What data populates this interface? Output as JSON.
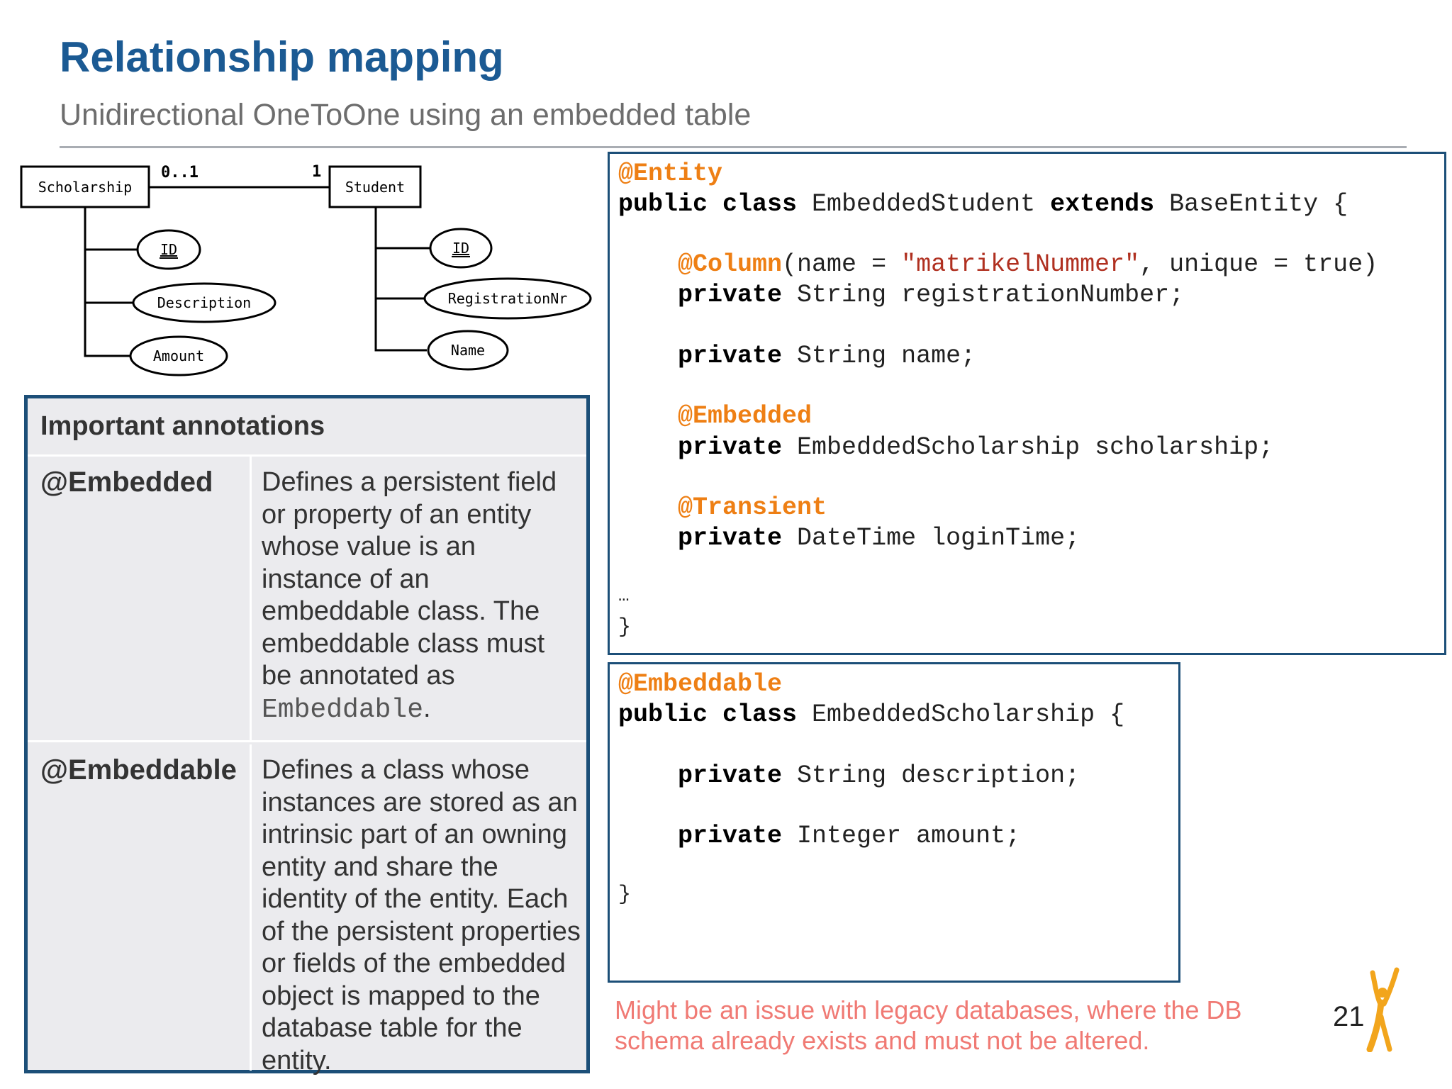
{
  "header": {
    "title": "Relationship mapping",
    "subtitle": "Unidirectional OneToOne using an embedded table"
  },
  "diagram": {
    "left_entity": "Scholarship",
    "right_entity": "Student",
    "left_cardinality": "0..1",
    "right_cardinality": "1",
    "left_attributes": [
      "ID",
      "Description",
      "Amount"
    ],
    "right_attributes": [
      "ID",
      "RegistrationNr",
      "Name"
    ]
  },
  "annotations": {
    "heading": "Important annotations",
    "rows": [
      {
        "name": "@Embedded",
        "description": "Defines a persistent field or property of an entity whose value is an instance of an embeddable class. The embeddable class must be annotated as ",
        "term": "Embeddable",
        "term_suffix": "."
      },
      {
        "name": "@Embeddable",
        "description": "Defines a class whose instances are stored as an intrinsic part of an owning entity and share the identity of the entity. Each of the persistent properties or fields of the embedded object is mapped to the database table for the entity."
      }
    ]
  },
  "entity_code": {
    "class_annotation": "@Entity",
    "kw_public_class": "public class",
    "class_name": " EmbeddedStudent ",
    "kw_extends": "extends",
    "base_class": " BaseEntity {",
    "column_annotation": "@Column",
    "column_open": "(name = ",
    "column_name": "\"matrikelNummer\"",
    "column_rest": ", unique = true)",
    "kw_private": "private",
    "field_registration": " String registrationNumber;",
    "field_name": " String name;",
    "embedded_annotation": "@Embedded",
    "field_scholarship": " EmbeddedScholarship scholarship;",
    "transient_annotation": "@Transient",
    "field_login": " DateTime loginTime;",
    "ellipsis": "…",
    "closing_brace": "}"
  },
  "embeddable_code": {
    "class_annotation": "@Embeddable",
    "kw_public_class": "public class",
    "class_name": " EmbeddedScholarship {",
    "kw_private": "private",
    "field_description": " String description;",
    "field_amount": " Integer amount;",
    "closing_brace": "}"
  },
  "note": "Might be an issue with legacy databases, where the DB schema already exists and must not be altered.",
  "page_number": "21",
  "colors": {
    "title": "#1b5a93",
    "annotation_keyword": "#ee7f14",
    "string_literal": "#b03020",
    "note": "#f07a74",
    "box_border": "#1c4f78",
    "logo": "#f2a51c"
  },
  "icons": {
    "logo": "person-raising-arms-icon"
  }
}
